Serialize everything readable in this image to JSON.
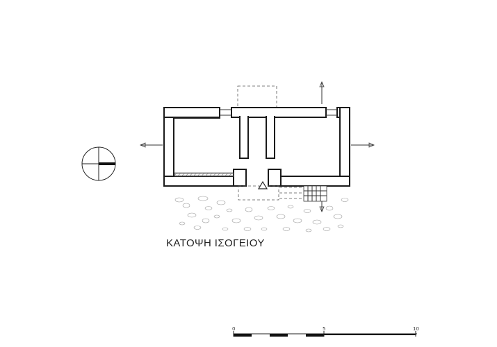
{
  "plan": {
    "title": "ΚΑΤΟΨΗ ΙΣΟΓΕΙΟΥ"
  },
  "scale_bar": {
    "labels": [
      "0",
      "5",
      "10"
    ]
  }
}
